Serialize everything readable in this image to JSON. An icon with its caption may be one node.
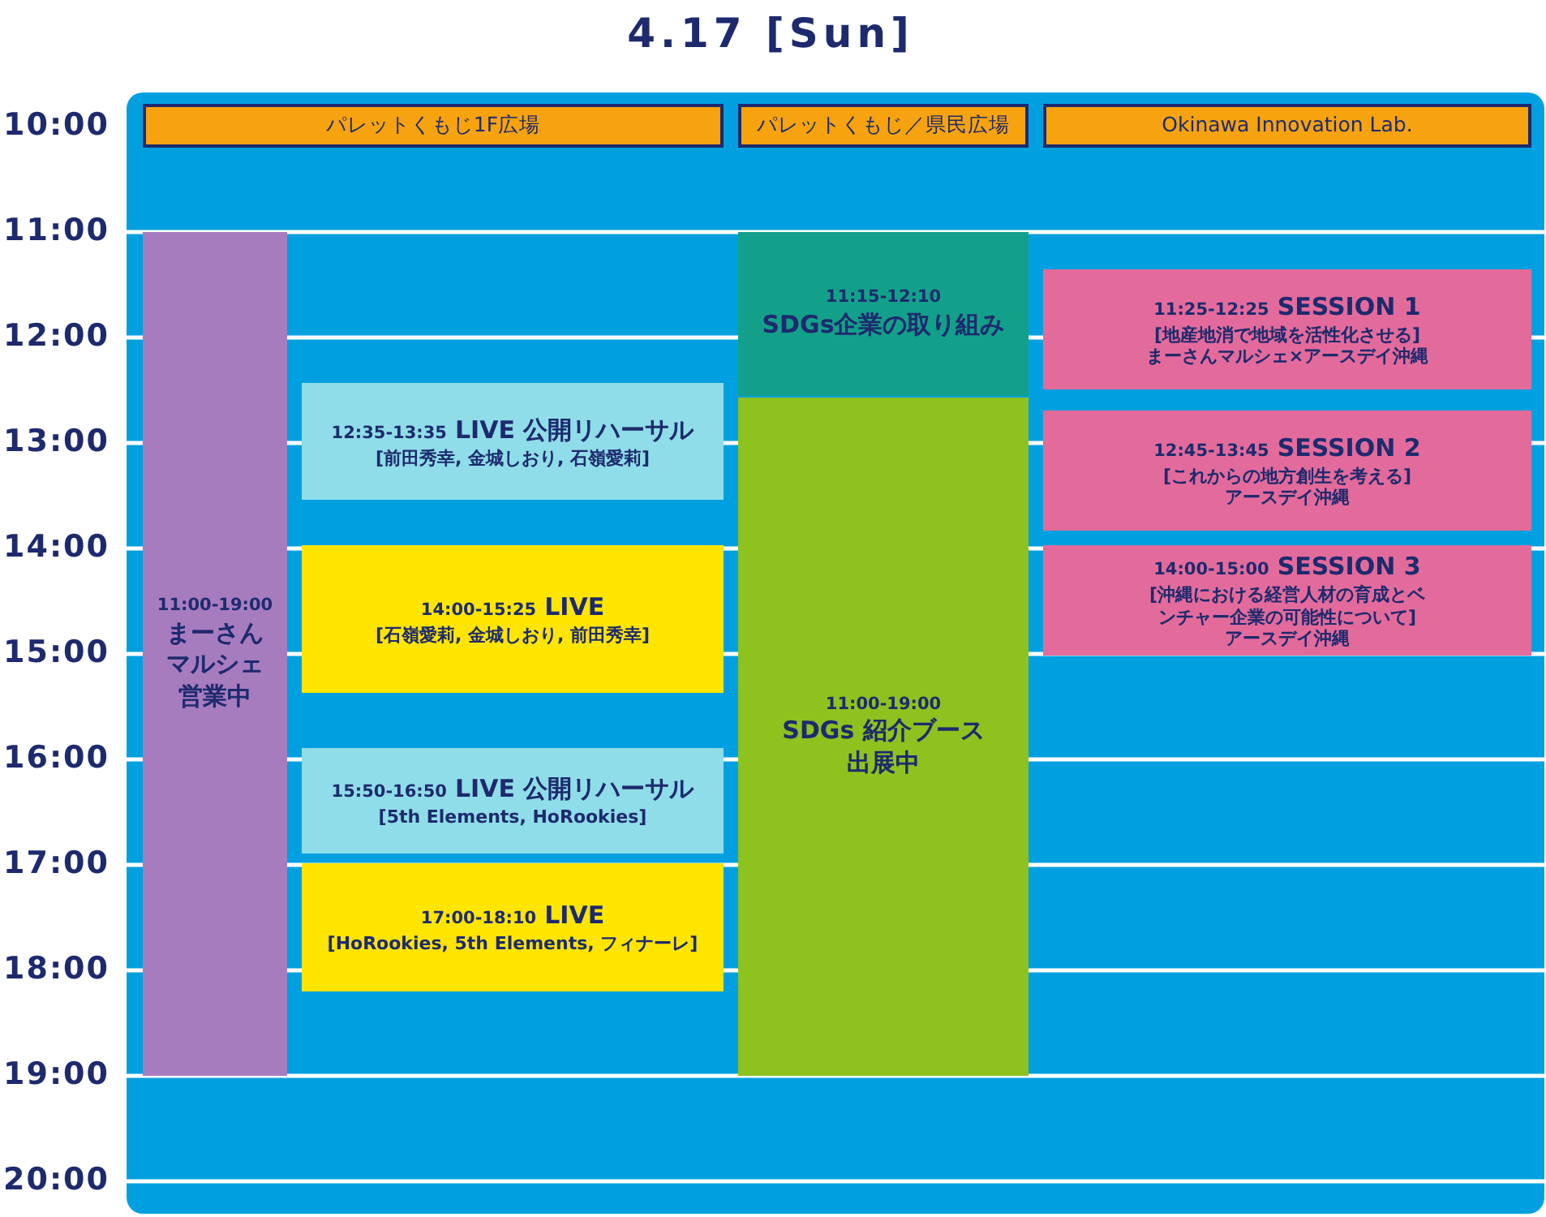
{
  "diagram": {
    "title": "4.17 [Sun]",
    "nodes": [
      {
        "text": [
          "パレットくもじ1F広場"
        ]
      },
      {
        "text": [
          "パレットくもじ／県民広場"
        ]
      },
      {
        "text": [
          "Okinawa Innovation Lab."
        ]
      },
      {
        "text": [
          "11:00-19:00",
          "まーさんマルシェ営業中"
        ]
      },
      {
        "text": [
          "12:35-13:35",
          "LIVE 公開リハーサル",
          "[前田秀幸, 金城しおり, 石嶺愛莉]"
        ]
      },
      {
        "text": [
          "14:00-15:25",
          "LIVE",
          "[石嶺愛莉, 金城しおり, 前田秀幸]"
        ]
      },
      {
        "text": [
          "15:50-16:50",
          "LIVE 公開リハーサル",
          "[5th Elements, HoRookies]"
        ]
      },
      {
        "text": [
          "17:00-18:10",
          "LIVE",
          "[HoRookies, 5th Elements, フィナーレ]"
        ]
      },
      {
        "text": [
          "11:15-12:10",
          "SDGs企業の取り組み"
        ]
      },
      {
        "text": [
          "11:00-19:00",
          "SDGs 紹介ブース出展中"
        ]
      },
      {
        "text": [
          "11:25-12:25",
          "SESSION 1",
          "[地産地消で地域を活性化させる]",
          "まーさんマルシェ×アースデイ沖縄"
        ]
      },
      {
        "text": [
          "12:45-13:45",
          "SESSION 2",
          "[これからの地方創生を考える]",
          "アースデイ沖縄"
        ]
      },
      {
        "text": [
          "14:00-15:00",
          "SESSION 3",
          "[沖縄における経営人材の育成とベンチャー企業の可能性について]",
          "アースデイ沖縄"
        ]
      }
    ],
    "labels": [
      "10:00",
      "11:00",
      "12:00",
      "13:00",
      "14:00",
      "15:00",
      "16:00",
      "17:00",
      "18:00",
      "19:00",
      "20:00"
    ]
  }
}
